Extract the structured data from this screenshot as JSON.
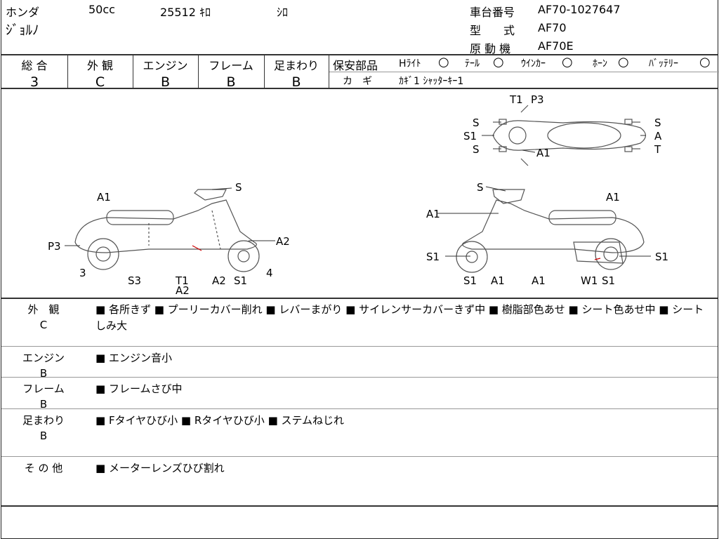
{
  "header": {
    "maker": "ホンダ",
    "displacement": "50cc",
    "mileage": "25512 ｷﾛ",
    "color": "ｼﾛ",
    "model_name": "ｼﾞｮﾙﾉ",
    "frame_no_label": "車台番号",
    "frame_no": "AF70-1027647",
    "type_label": "型　　式",
    "type": "AF70",
    "engine_label": "原 動 機",
    "engine": "AF70E"
  },
  "grades": [
    {
      "label": "総 合",
      "value": "3"
    },
    {
      "label": "外 観",
      "value": "C"
    },
    {
      "label": "エンジン",
      "value": "B"
    },
    {
      "label": "フレーム",
      "value": "B"
    },
    {
      "label": "足まわり",
      "value": "B"
    }
  ],
  "safety": {
    "label": "保安部品",
    "items": [
      {
        "name": "Hﾗｲﾄ",
        "mark": "○"
      },
      {
        "name": "ﾃｰﾙ",
        "mark": "○"
      },
      {
        "name": "ｳｲﾝｶｰ",
        "mark": "○"
      },
      {
        "name": "ﾎｰﾝ",
        "mark": "○"
      },
      {
        "name": "ﾊﾞｯﾃﾘｰ",
        "mark": "○"
      }
    ],
    "key_label": "カ　ギ",
    "key_value": "ｶｷﾞ1 ｼｬｯﾀｰｷｰ1"
  },
  "diagram_labels": [
    "A1",
    "S",
    "P3",
    "A2",
    "3",
    "4",
    "S3",
    "T1",
    "A2",
    "A2",
    "S1",
    "S",
    "A1",
    "A1",
    "S1",
    "S1",
    "S1",
    "A1",
    "A1",
    "W1",
    "S1",
    "T1",
    "P3",
    "S",
    "S1",
    "S",
    "A1",
    "S",
    "A",
    "T"
  ],
  "sections": [
    {
      "name": "外　観",
      "grade": "C",
      "text": "■ 各所きず ■ プーリーカバー削れ ■ レバーまがり ■ サイレンサーカバーきず中 ■ 樹脂部色あせ ■ シート色あせ中 ■ シートしみ大"
    },
    {
      "name": "エンジン",
      "grade": "B",
      "text": "■ エンジン音小"
    },
    {
      "name": "フレーム",
      "grade": "B",
      "text": "■ フレームさび中"
    },
    {
      "name": "足まわり",
      "grade": "B",
      "text": "■ Fタイヤひび小 ■ Rタイヤひび小 ■ ステムねじれ"
    },
    {
      "name": "そ の 他",
      "grade": "",
      "text": "■ メーターレンズひび割れ"
    }
  ]
}
